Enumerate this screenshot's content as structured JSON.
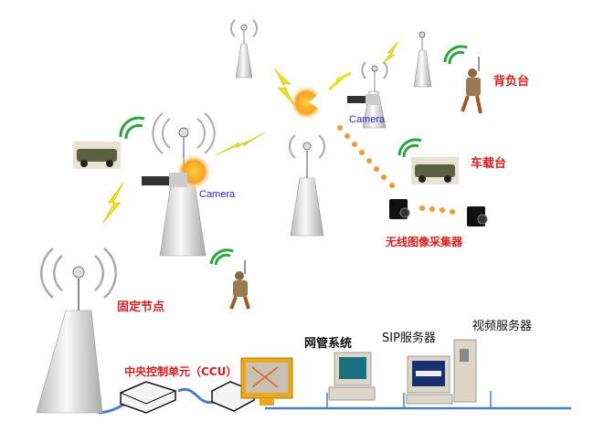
{
  "labels": {
    "backpack": "背负台",
    "vehicle": "车载台",
    "wireless_collector": "无线图像采集器",
    "fixed_node": "固定节点",
    "ccu": "中央控制单元（CCU）",
    "nms": "网管系统",
    "sip_server": "SIP服务器",
    "video_server": "视频服务器",
    "camera_1": "Camera",
    "camera_2": "Camera"
  },
  "colors": {
    "label_red": "#d81e1e",
    "camera_blue": "#2a2ad0",
    "network_line": "#4a7fc8",
    "lightning": "#e8e020",
    "signal_green": "#2aa53a",
    "dots_orange": "#f59a30"
  }
}
